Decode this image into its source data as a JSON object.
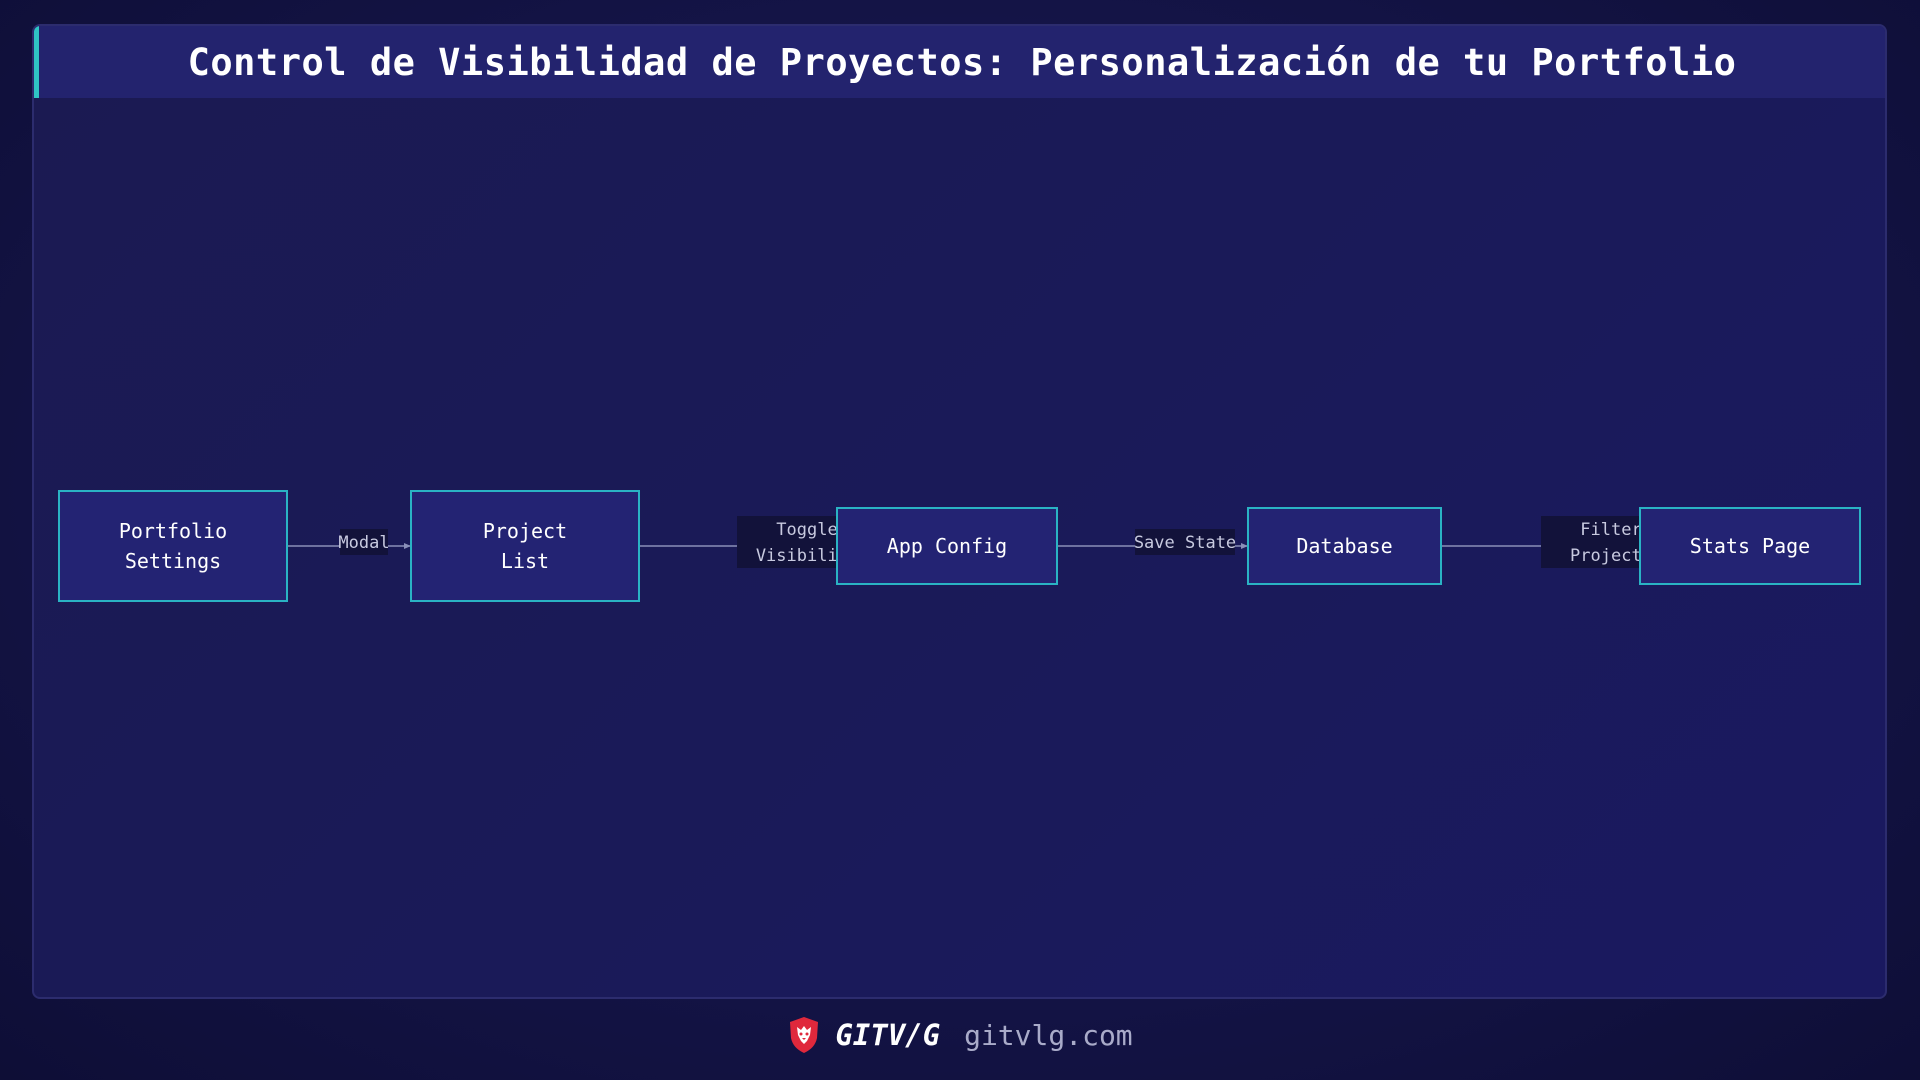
{
  "title": "Control de Visibilidad de Proyectos: Personalización de tu Portfolio",
  "diagram": {
    "nodes": [
      {
        "id": "portfolio-settings",
        "lines": [
          "Portfolio",
          "Settings"
        ]
      },
      {
        "id": "project-list",
        "lines": [
          "Project",
          "List"
        ]
      },
      {
        "id": "app-config",
        "lines": [
          "App Config"
        ]
      },
      {
        "id": "database",
        "lines": [
          "Database"
        ]
      },
      {
        "id": "stats-page",
        "lines": [
          "Stats Page"
        ]
      }
    ],
    "edges": [
      {
        "from": "portfolio-settings",
        "to": "project-list",
        "lines": [
          "Modal"
        ]
      },
      {
        "from": "project-list",
        "to": "app-config",
        "lines": [
          "Toggle",
          "Visibility"
        ]
      },
      {
        "from": "app-config",
        "to": "database",
        "lines": [
          "Save State"
        ]
      },
      {
        "from": "database",
        "to": "stats-page",
        "lines": [
          "Filter",
          "Projects"
        ]
      }
    ]
  },
  "footer": {
    "brand": "GITV/G",
    "url": "gitvlg.com",
    "logo_icon": "lion-shield-icon"
  },
  "colors": {
    "node_border": "#2ab3c4",
    "node_fill": "#232373",
    "title_accent": "#2fc4c4",
    "logo_red": "#e0283c"
  }
}
